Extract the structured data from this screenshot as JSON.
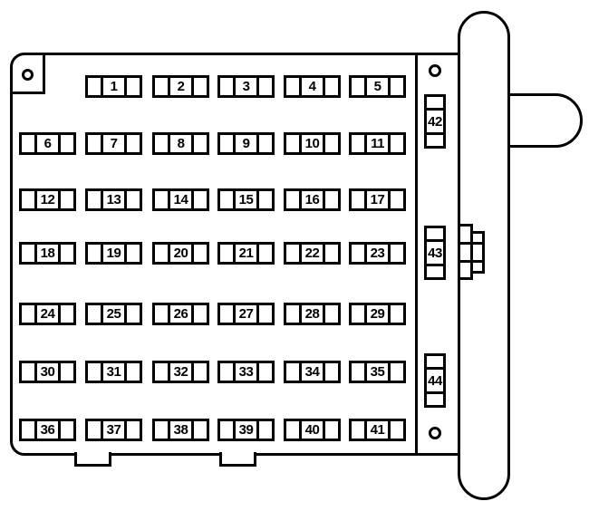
{
  "figure": {
    "kind": "fuse-box-diagram",
    "colors": {
      "line": "#000000",
      "background": "#ffffff"
    },
    "rows": [
      {
        "start_col": 1,
        "labels": [
          "1",
          "2",
          "3",
          "4",
          "5"
        ]
      },
      {
        "start_col": 0,
        "labels": [
          "6",
          "7",
          "8",
          "9",
          "10",
          "11"
        ]
      },
      {
        "start_col": 0,
        "labels": [
          "12",
          "13",
          "14",
          "15",
          "16",
          "17"
        ]
      },
      {
        "start_col": 0,
        "labels": [
          "18",
          "19",
          "20",
          "21",
          "22",
          "23"
        ]
      },
      {
        "start_col": 0,
        "labels": [
          "24",
          "25",
          "26",
          "27",
          "28",
          "29"
        ]
      },
      {
        "start_col": 0,
        "labels": [
          "30",
          "31",
          "32",
          "33",
          "34",
          "35"
        ]
      },
      {
        "start_col": 0,
        "labels": [
          "36",
          "37",
          "38",
          "39",
          "40",
          "41"
        ]
      }
    ],
    "side_fuses": [
      "42",
      "43",
      "44"
    ],
    "mounting_holes": 3,
    "bottom_tabs": 2
  }
}
